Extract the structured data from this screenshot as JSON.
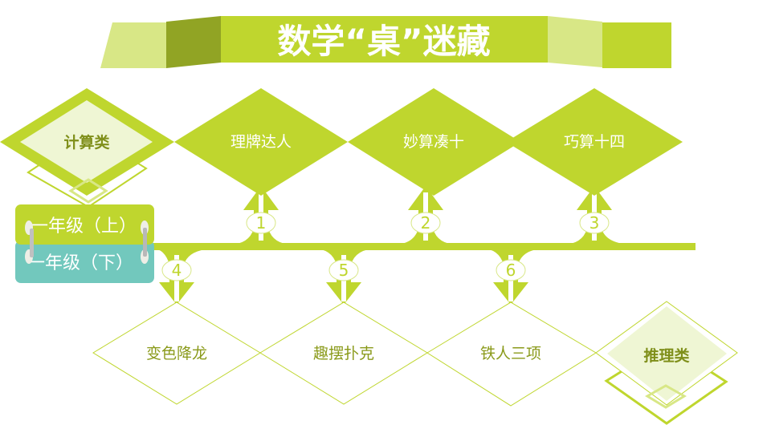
{
  "title": "数学“桌”迷藏",
  "categories": {
    "calc": "计算类",
    "logic": "推理类"
  },
  "top_games": [
    {
      "num": "1",
      "label": "理牌达人"
    },
    {
      "num": "2",
      "label": "妙算凑十"
    },
    {
      "num": "3",
      "label": "巧算十四"
    }
  ],
  "bottom_games": [
    {
      "num": "4",
      "label": "变色降龙"
    },
    {
      "num": "5",
      "label": "趣摆扑克"
    },
    {
      "num": "6",
      "label": "铁人三项"
    }
  ],
  "tabs": {
    "upper": "一年级（上）",
    "lower": "一年级（下）"
  },
  "colors": {
    "accent": "#bfd62e",
    "light": "#d8e786",
    "dark": "#91a424",
    "pale": "#eff6d4",
    "teal": "#72c8bd"
  }
}
